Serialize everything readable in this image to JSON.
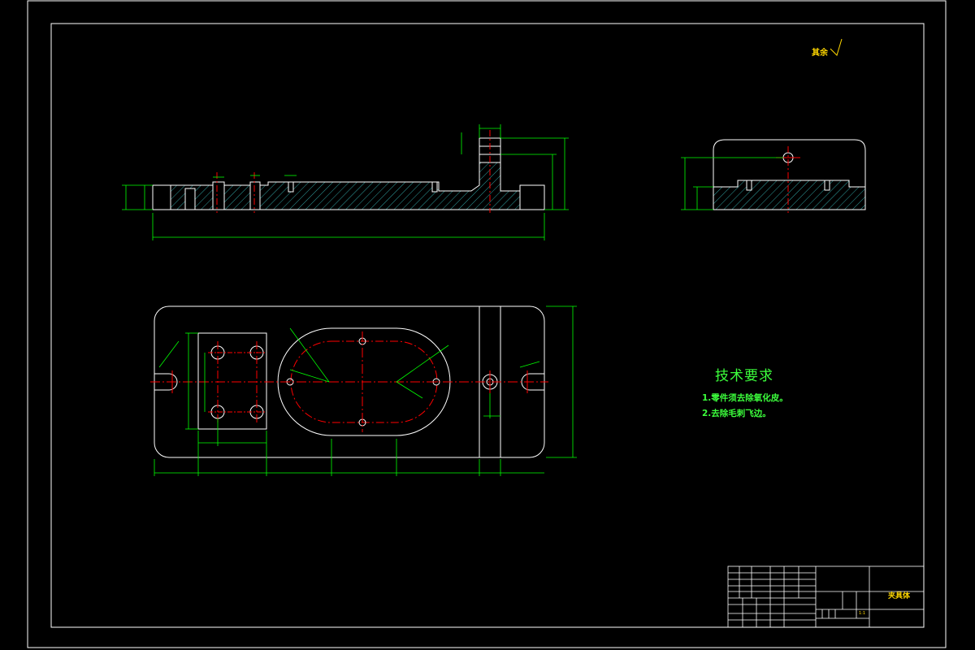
{
  "roughness_note": "其余",
  "technical_requirements": {
    "title": "技术要求",
    "items": [
      "1.零件须去除氧化皮。",
      "2.去除毛刺飞边。"
    ]
  },
  "title_block": {
    "part_name": "夹具体",
    "scale": "1:1"
  },
  "colors": {
    "background": "#000000",
    "outline": "#ffffff",
    "dimension": "#00ff00",
    "centerline": "#ff0000",
    "text": "#ffd700",
    "hatch": "#3cc8c8"
  }
}
